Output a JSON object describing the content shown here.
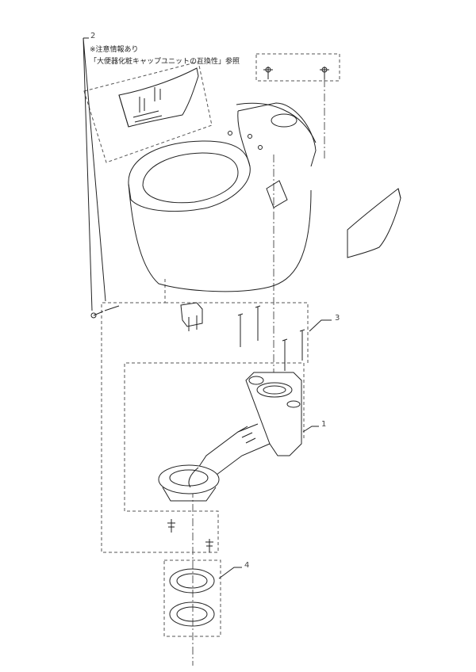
{
  "callouts": {
    "c1": "1",
    "c2": "2",
    "c3": "3",
    "c4": "4"
  },
  "note": {
    "line1": "※注意情報あり",
    "line2": "「大便器化粧キャップユニットの互換性」参照"
  },
  "colors": {
    "line": "#222222",
    "dash": "#555555",
    "background": "#ffffff"
  }
}
